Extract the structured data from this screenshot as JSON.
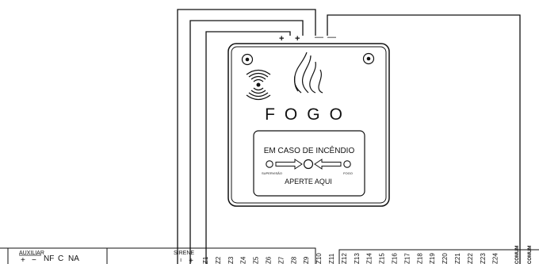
{
  "device": {
    "terminals": [
      "+",
      "+",
      "—",
      "—"
    ],
    "label": "FOGO",
    "panel": {
      "title": "EM CASO DE INCÊNDIO",
      "left_indicator": "SUPERVISÃO",
      "right_indicator": "FOGO",
      "button": "APERTE AQUI"
    },
    "icons": [
      "wireless-icon",
      "flame-icon",
      "screw-icon"
    ]
  },
  "terminal_strip": {
    "auxiliar": {
      "title": "AUXILIAR",
      "plus": "+",
      "minus": "−",
      "nf": "NF",
      "c": "C",
      "na": "NA"
    },
    "sirene": {
      "title": "SIRENE",
      "minus": "−",
      "plus": "+"
    },
    "zones": [
      "Z1",
      "Z2",
      "Z3",
      "Z4",
      "Z5",
      "Z6",
      "Z7",
      "Z8",
      "Z9",
      "Z10",
      "Z11",
      "Z12",
      "Z13",
      "Z14",
      "Z15",
      "Z16",
      "Z17",
      "Z18",
      "Z19",
      "Z20",
      "Z21",
      "Z22",
      "Z23",
      "Z24"
    ],
    "comum": [
      "COMUM",
      "COMUM"
    ]
  }
}
